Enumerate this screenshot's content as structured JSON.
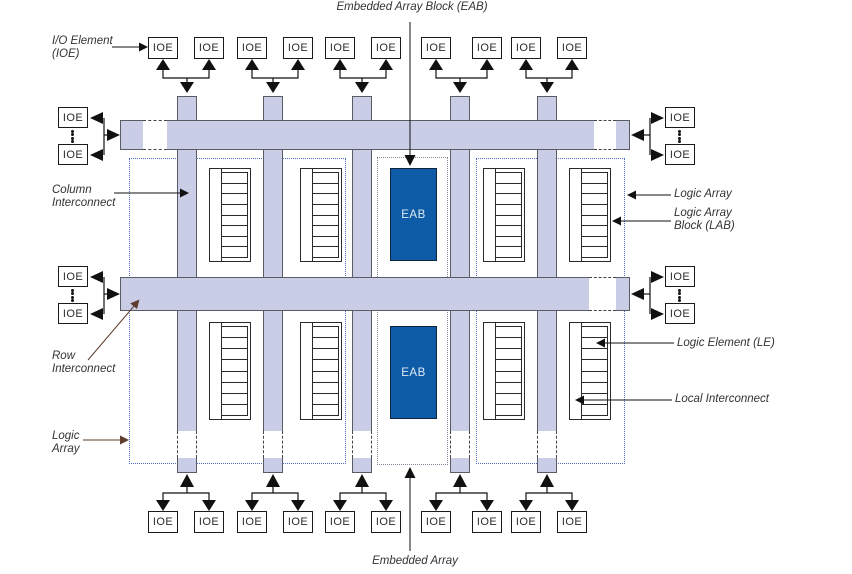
{
  "labels": {
    "io_element": {
      "line1": "I/O Element",
      "line2": "(IOE)"
    },
    "embedded_array_block": "Embedded Array Block (EAB)",
    "column_interconnect": {
      "line1": "Column",
      "line2": "Interconnect"
    },
    "row_interconnect": {
      "line1": "Row",
      "line2": "Interconnect"
    },
    "logic_array_left": {
      "line1": "Logic",
      "line2": "Array"
    },
    "logic_array_right": "Logic Array",
    "logic_array_block": {
      "line1": "Logic Array",
      "line2": "Block (LAB)"
    },
    "logic_element": "Logic Element (LE)",
    "local_interconnect": "Local Interconnect",
    "embedded_array": "Embedded Array",
    "ioe": "IOE",
    "eab": "EAB"
  },
  "colors": {
    "interconnect_fill": "#c9cde6",
    "interconnect_outline": "#5b5b66",
    "eab_fill": "#0e5ca8",
    "eab_text": "#dfe9f3",
    "logic_array_dotted": "#4a6bc8",
    "embedded_dotted": "#7b8794",
    "label_text": "#333333",
    "arrow_black": "#111111",
    "arrow_brown": "#5c3d2e",
    "box_border": "#1a1a1a"
  }
}
